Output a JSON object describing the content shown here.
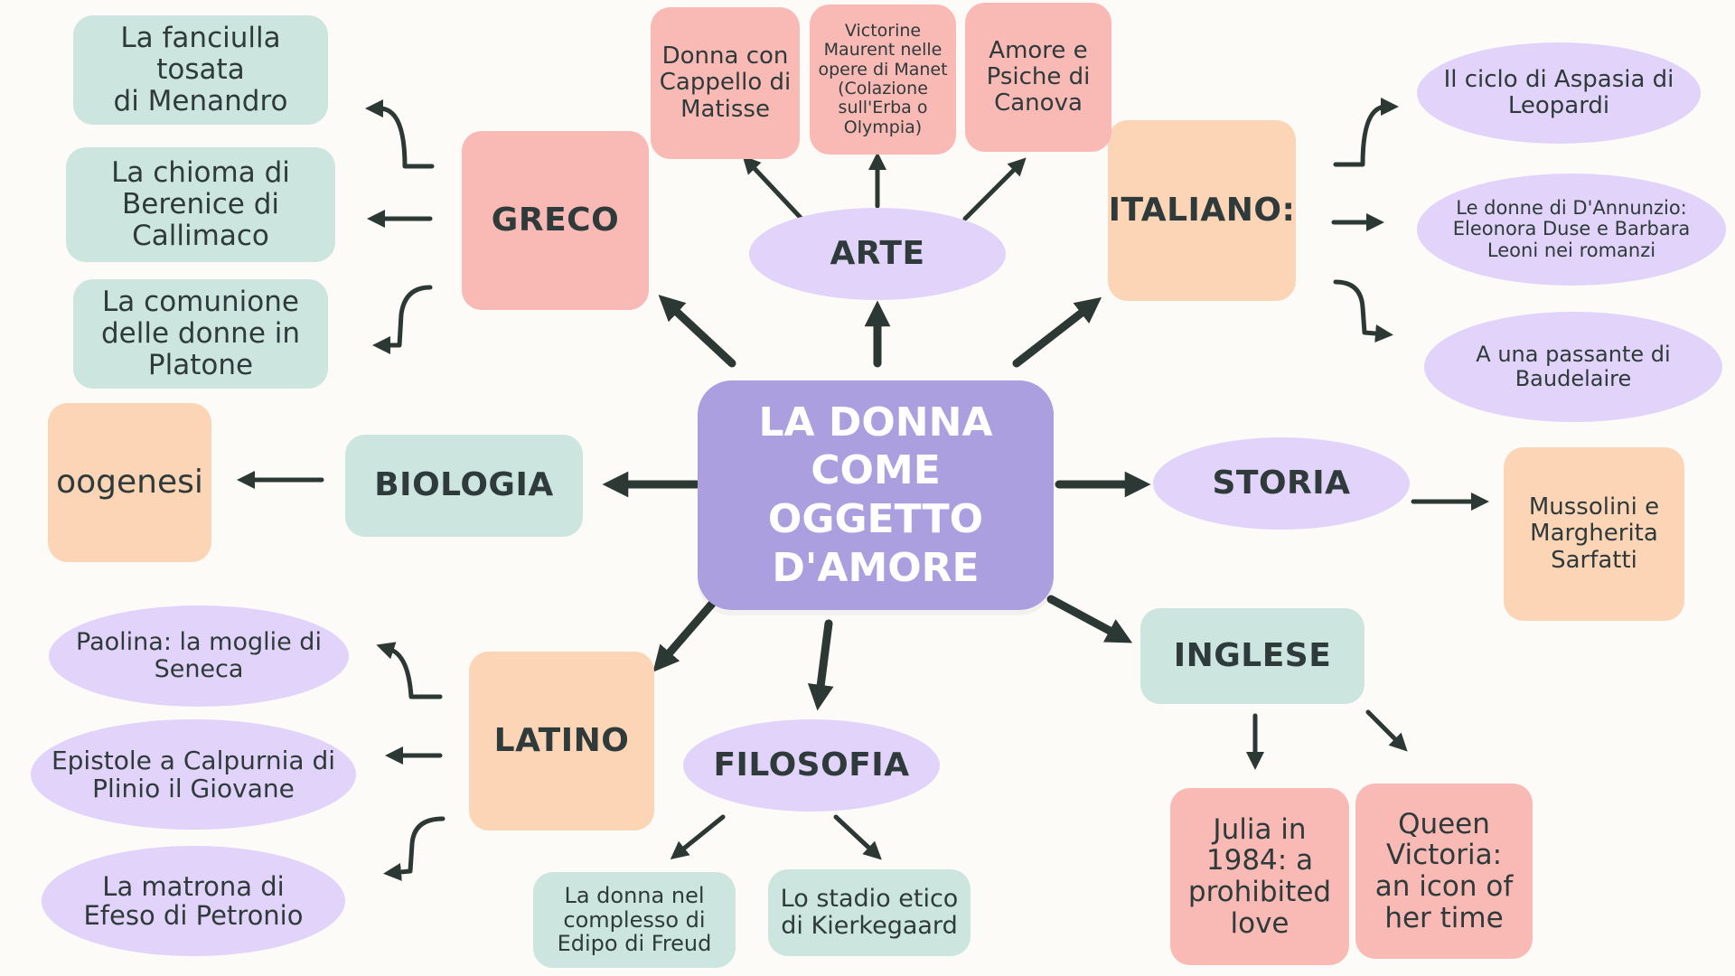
{
  "colors": {
    "purple_hub": "#ab9fdf",
    "pink": "#f9b9b5",
    "peach": "#fcd4b6",
    "mint": "#cde5df",
    "lavender": "#e1d3f9",
    "arrow": "#2c3834"
  },
  "center": {
    "label": "LA DONNA\nCOME OGGETTO\nD'AMORE"
  },
  "categories": {
    "greco": "GRECO",
    "arte": "ARTE",
    "italiano": "ITALIANO:",
    "biologia": "BIOLOGIA",
    "storia": "STORIA",
    "latino": "LATINO",
    "filosofia": "FILOSOFIA",
    "inglese": "INGLESE"
  },
  "greco_items": [
    "La fanciulla tosata\ndi Menandro",
    "La chioma di\nBerenice di\nCallimaco",
    "La comunione\ndelle donne in\nPlatone"
  ],
  "arte_items": [
    "Donna con\nCappello di\nMatisse",
    "Victorine\nMaurent nelle\nopere di Manet\n(Colazione\nsull'Erba o\nOlympia)",
    "Amore e\nPsiche di\nCanova"
  ],
  "italiano_items": [
    "Il ciclo di Aspasia di\nLeopardi",
    "Le donne di D'Annunzio:\nEleonora Duse e Barbara\nLeoni nei romanzi",
    "A una passante di\nBaudelaire"
  ],
  "biologia_items": [
    "oogenesi"
  ],
  "storia_items": [
    "Mussolini e\nMargherita\nSarfatti"
  ],
  "latino_items": [
    "Paolina: la moglie di\nSeneca",
    "Epistole a Calpurnia di\nPlinio il Giovane",
    "La matrona di\nEfeso di Petronio"
  ],
  "filosofia_items": [
    "La donna nel\ncomplesso di\nEdipo di Freud",
    "Lo stadio etico\ndi Kierkegaard"
  ],
  "inglese_items": [
    "Julia in\n1984: a\nprohibited\nlove",
    "Queen\nVictoria:\nan icon of\nher time"
  ]
}
